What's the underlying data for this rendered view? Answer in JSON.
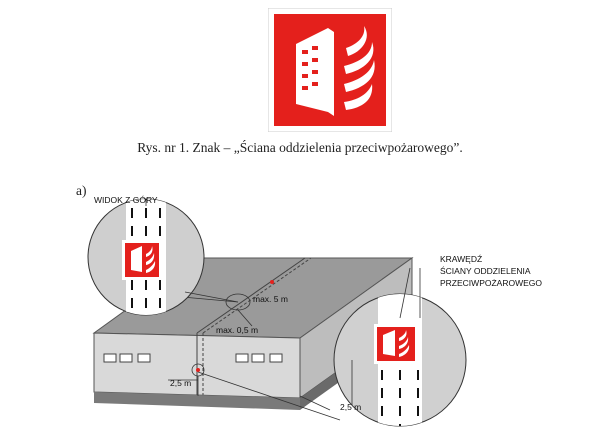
{
  "figure": {
    "caption": "Rys. nr 1. Znak – „Ściana oddzielenia przeciwpożarowego”.",
    "panel_label": "a)",
    "sign_color": "#e4201c",
    "drawing": {
      "top_view_label": "WIDOK Z GÓRY",
      "edge_label_line1": "KRAWĘDŹ",
      "edge_label_line2": "ŚCIANY ODDZIELENIA",
      "edge_label_line3": "PRZECIWPOŻAROWEGO",
      "dim_max_5m": "max. 5 m",
      "dim_max_05m": "max. 0,5 m",
      "dim_25m_left": "2,5 m",
      "dim_25m_right": "2,5 m"
    }
  }
}
